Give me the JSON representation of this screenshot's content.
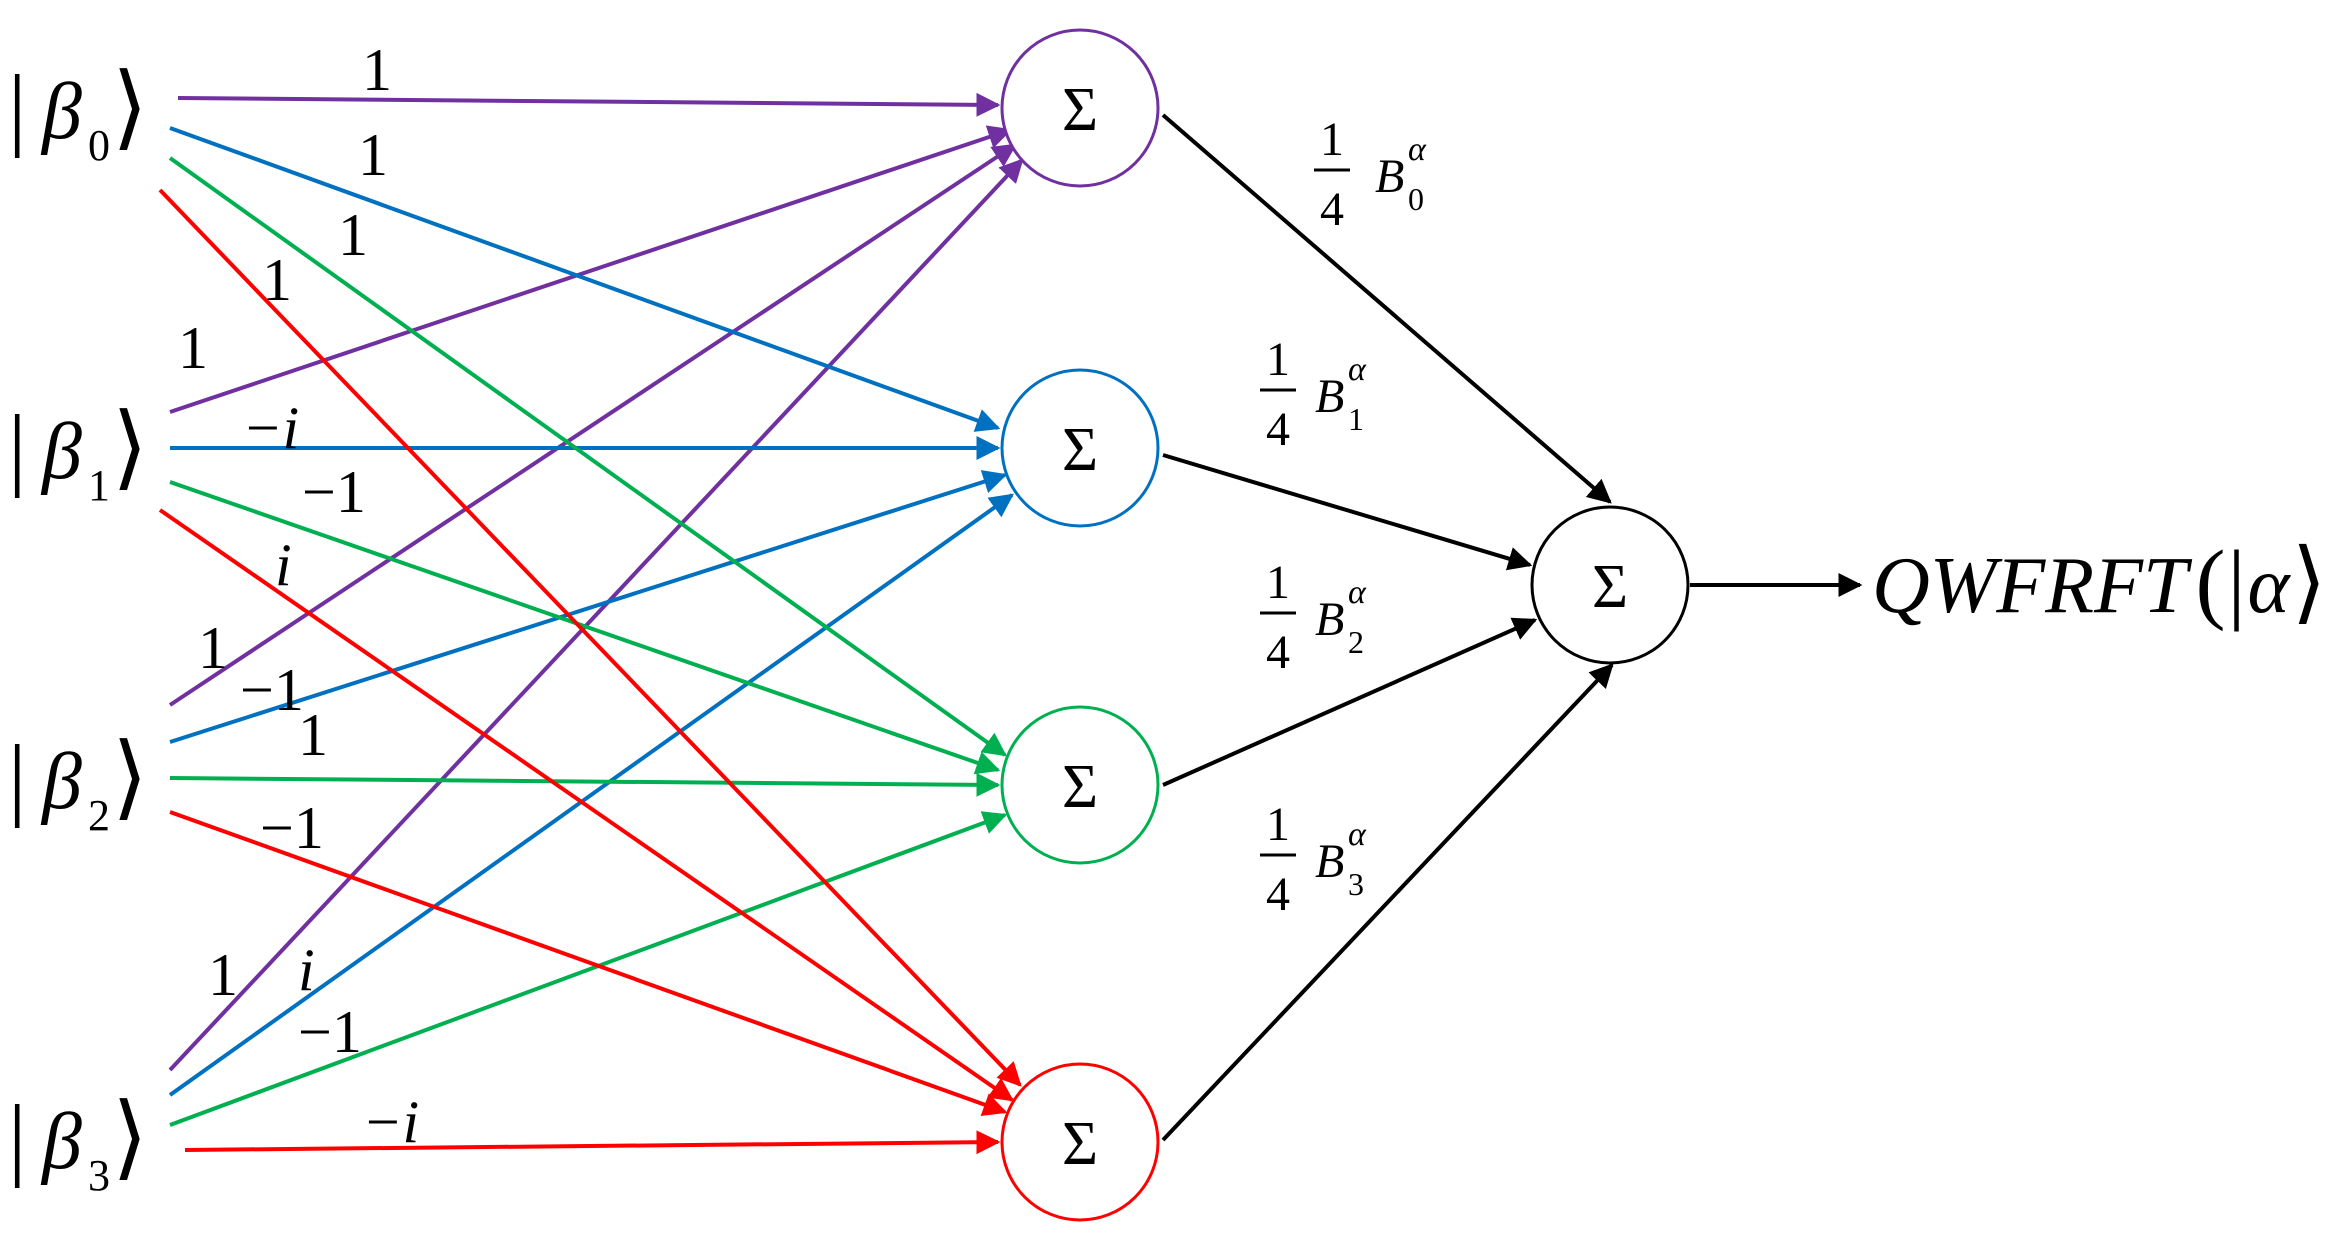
{
  "inputs": [
    {
      "sub": "0",
      "ket_open": "|",
      "beta": "β",
      "ket_close": "⟩"
    },
    {
      "sub": "1",
      "ket_open": "|",
      "beta": "β",
      "ket_close": "⟩"
    },
    {
      "sub": "2",
      "ket_open": "|",
      "beta": "β",
      "ket_close": "⟩"
    },
    {
      "sub": "3",
      "ket_open": "|",
      "beta": "β",
      "ket_close": "⟩"
    }
  ],
  "sum_symbol": "Σ",
  "weights": {
    "to_sum0": [
      "1",
      "1",
      "1",
      "1"
    ],
    "to_sum1": [
      "1",
      "−i",
      "−1",
      "i"
    ],
    "to_sum2": [
      "1",
      "−1",
      "1",
      "−1"
    ],
    "to_sum3": [
      "1",
      "i",
      "−1",
      "−i"
    ]
  },
  "coefficients": [
    {
      "num": "1",
      "den": "4",
      "B": "B",
      "sub": "0",
      "sup": "α"
    },
    {
      "num": "1",
      "den": "4",
      "B": "B",
      "sub": "1",
      "sup": "α"
    },
    {
      "num": "1",
      "den": "4",
      "B": "B",
      "sub": "2",
      "sup": "α"
    },
    {
      "num": "1",
      "den": "4",
      "B": "B",
      "sub": "3",
      "sup": "α"
    }
  ],
  "output": {
    "name": "QWFRFT",
    "paren_open": "(",
    "ket_open": "|",
    "alpha": "α",
    "ket_close": "⟩",
    "paren_close": ")"
  },
  "colors": {
    "row0": "#7030a0",
    "row1": "#0070c0",
    "row2": "#00b050",
    "row3": "#ff0000",
    "black": "#000000"
  }
}
